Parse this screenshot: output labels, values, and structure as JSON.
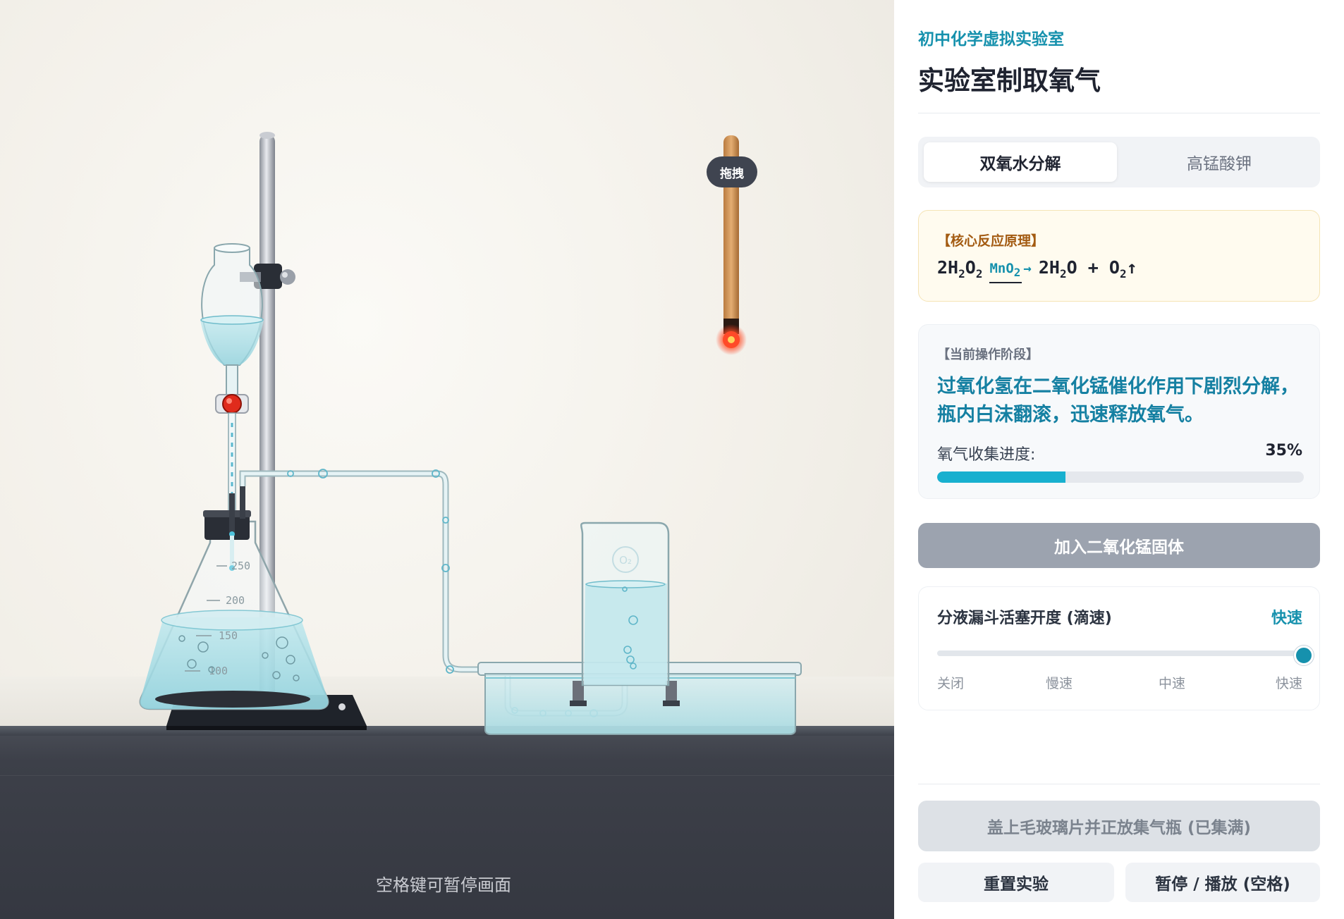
{
  "panel": {
    "subtitle": "初中化学虚拟实验室",
    "title": "实验室制取氧气",
    "tabs": [
      {
        "label": "双氧水分解",
        "active": true
      },
      {
        "label": "高锰酸钾",
        "active": false
      }
    ],
    "principle": {
      "label": "【核心反应原理】",
      "reactant": "2H",
      "reactant_sub1": "2",
      "reactant_o": "O",
      "reactant_sub2": "2",
      "catalyst": "MnO",
      "catalyst_sub": "2",
      "arrow": "→",
      "product1": "2H",
      "product1_sub": "2",
      "product1_o": "O",
      "plus": "+",
      "product2": "O",
      "product2_sub": "2",
      "gas_arrow": "↑"
    },
    "stage": {
      "label": "【当前操作阶段】",
      "description": "过氧化氢在二氧化锰催化作用下剧烈分解，瓶内白沫翻滚，迅速释放氧气。",
      "progress_label": "氧气收集进度:",
      "progress_text": "35%",
      "progress_value": 0.35
    },
    "add_button": "加入二氧化锰固体",
    "speed": {
      "label": "分液漏斗活塞开度 (滴速)",
      "value_text": "快速",
      "level": 1.0,
      "ticks": [
        "关闭",
        "慢速",
        "中速",
        "快速"
      ]
    },
    "cover_button": "盖上毛玻璃片并正放集气瓶 (已集满)",
    "reset_button": "重置实验",
    "pause_button": "暂停 / 播放 (空格)"
  },
  "stage_area": {
    "hint": "空格键可暂停画面",
    "drag_badge": "拖拽",
    "flask_marks": [
      "250",
      "200",
      "150",
      "100"
    ],
    "jar_label": "O₂"
  },
  "colors": {
    "accent": "#1691ad",
    "progress": "#18b0cf",
    "flame": "#e53e24"
  }
}
